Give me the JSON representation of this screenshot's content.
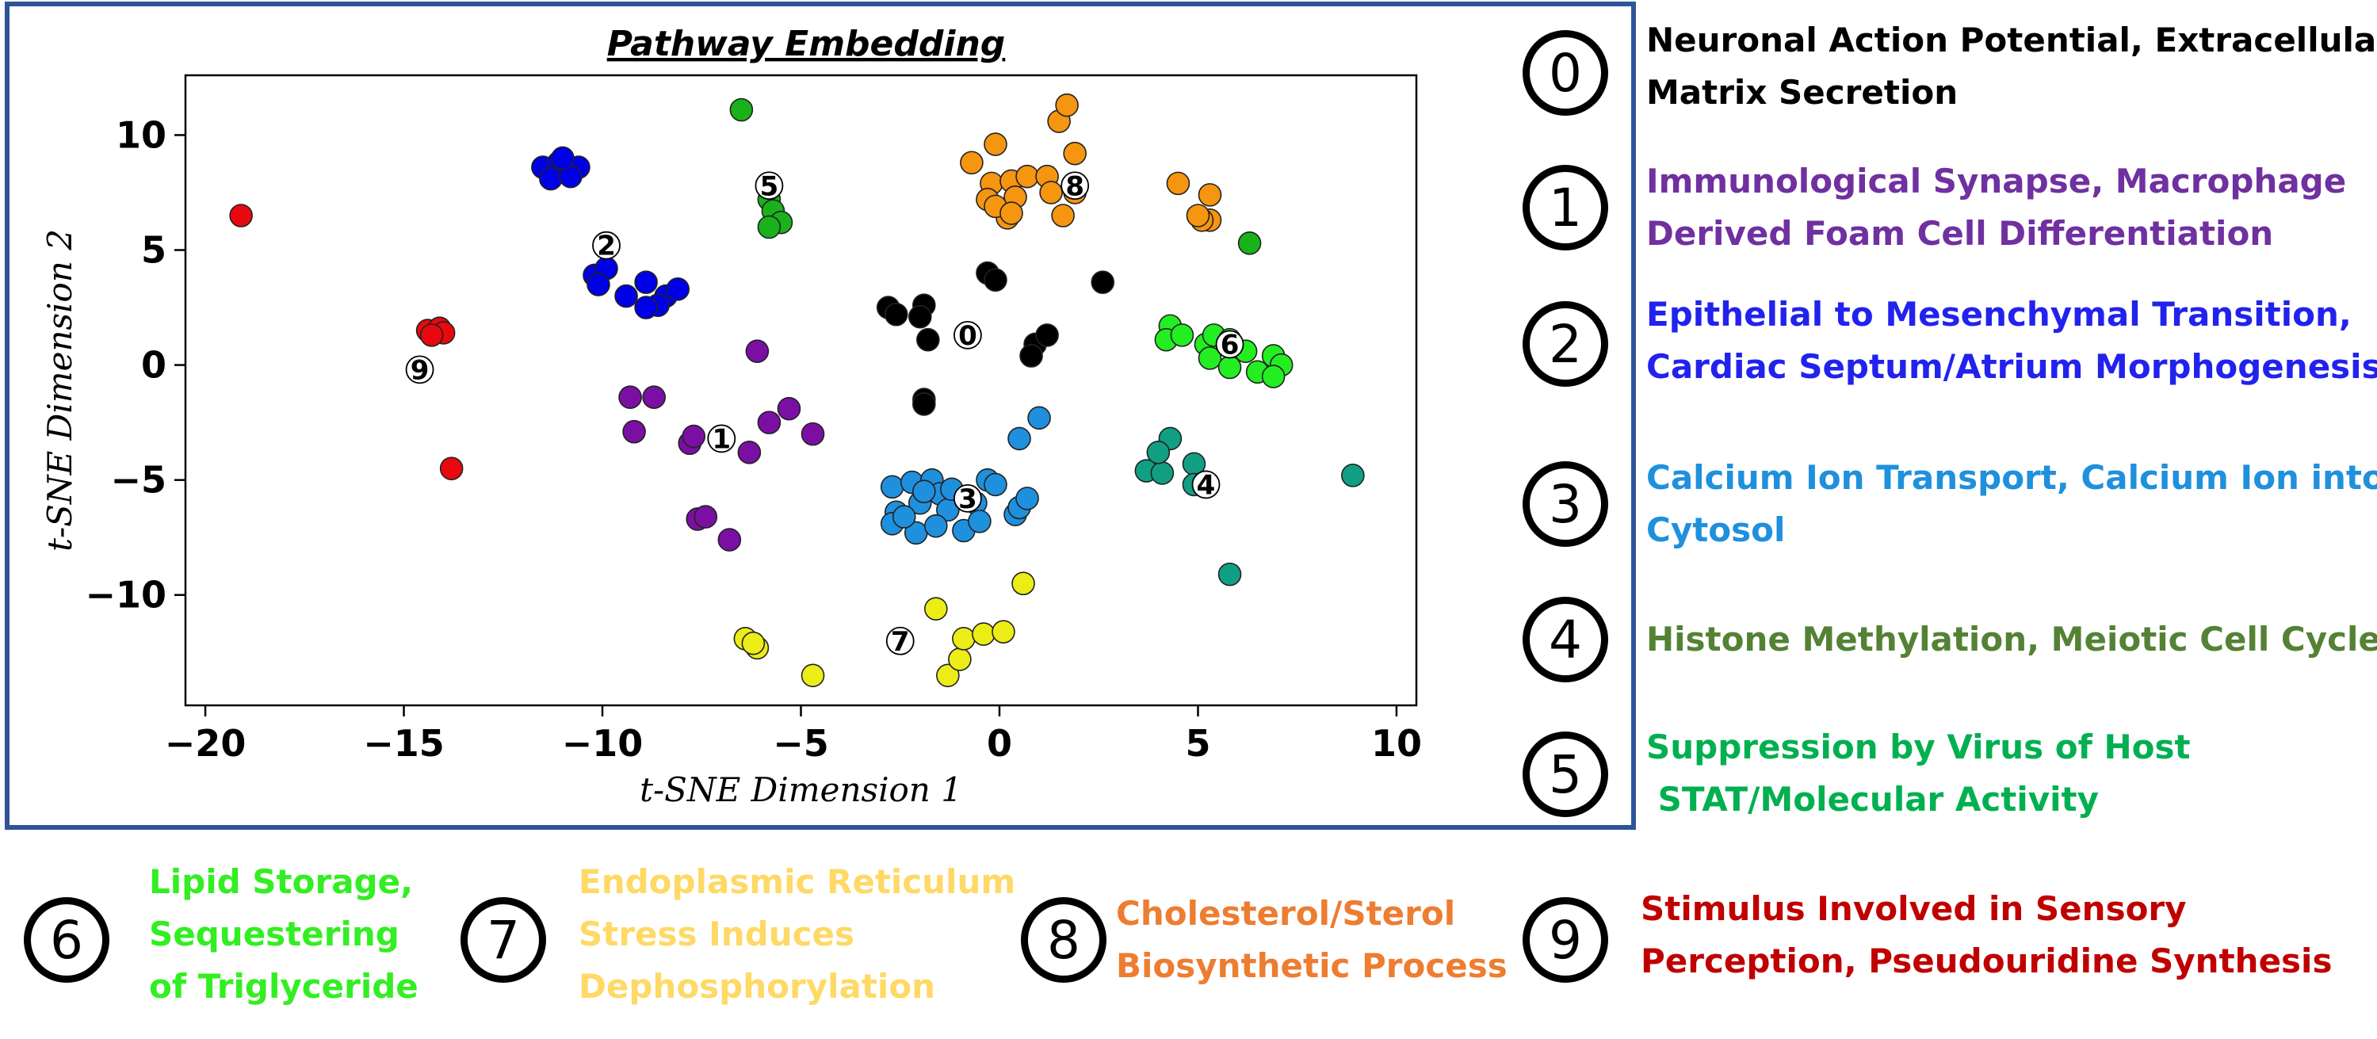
{
  "chart_data": {
    "type": "scatter",
    "title": "Pathway Embedding",
    "xlabel": "t-SNE Dimension 1",
    "ylabel": "t-SNE Dimension 2",
    "xlim": [
      -20.5,
      10.5
    ],
    "ylim": [
      -14.8,
      12.6
    ],
    "xticks": [
      -20,
      -15,
      -10,
      -5,
      0,
      5,
      10
    ],
    "yticks": [
      -10,
      -5,
      0,
      5,
      10
    ],
    "tick_labels_x": [
      "−20",
      "−15",
      "−10",
      "−5",
      "0",
      "5",
      "10"
    ],
    "tick_labels_y": [
      "−10",
      "−5",
      "0",
      "5",
      "10"
    ],
    "grid": false,
    "series": [
      {
        "id": "0",
        "color": "#000000",
        "points": [
          [
            -2.8,
            2.5
          ],
          [
            -2.6,
            2.2
          ],
          [
            -1.9,
            2.6
          ],
          [
            -2.0,
            2.1
          ],
          [
            -1.8,
            1.1
          ],
          [
            -1.9,
            -1.5
          ],
          [
            -1.9,
            -1.7
          ],
          [
            -0.3,
            4.0
          ],
          [
            -0.1,
            3.7
          ],
          [
            0.9,
            0.9
          ],
          [
            0.8,
            0.4
          ],
          [
            1.2,
            1.3
          ],
          [
            2.6,
            3.6
          ]
        ]
      },
      {
        "id": "1",
        "color": "#7b0fa3",
        "points": [
          [
            -9.3,
            -1.4
          ],
          [
            -8.7,
            -1.4
          ],
          [
            -9.2,
            -2.9
          ],
          [
            -7.8,
            -3.4
          ],
          [
            -7.7,
            -3.1
          ],
          [
            -6.1,
            0.6
          ],
          [
            -5.8,
            -2.5
          ],
          [
            -5.3,
            -1.9
          ],
          [
            -4.7,
            -3.0
          ],
          [
            -6.3,
            -3.8
          ],
          [
            -7.6,
            -6.7
          ],
          [
            -7.4,
            -6.6
          ],
          [
            -6.8,
            -7.6
          ]
        ]
      },
      {
        "id": "2",
        "color": "#0000e6",
        "points": [
          [
            -11.5,
            8.6
          ],
          [
            -11.1,
            8.8
          ],
          [
            -10.9,
            8.5
          ],
          [
            -10.6,
            8.6
          ],
          [
            -11.3,
            8.1
          ],
          [
            -10.8,
            8.2
          ],
          [
            -11.0,
            9.0
          ],
          [
            -10.2,
            3.9
          ],
          [
            -9.9,
            4.2
          ],
          [
            -10.1,
            3.5
          ],
          [
            -9.4,
            3.0
          ],
          [
            -8.9,
            3.6
          ],
          [
            -8.4,
            3.0
          ],
          [
            -8.6,
            2.6
          ],
          [
            -8.1,
            3.3
          ],
          [
            -8.9,
            2.5
          ]
        ]
      },
      {
        "id": "3",
        "color": "#1f90dd",
        "points": [
          [
            -2.7,
            -5.3
          ],
          [
            -2.2,
            -5.1
          ],
          [
            -1.7,
            -5.0
          ],
          [
            -1.5,
            -5.6
          ],
          [
            -2.6,
            -6.4
          ],
          [
            -2.0,
            -6.0
          ],
          [
            -1.3,
            -6.3
          ],
          [
            -0.6,
            -6.0
          ],
          [
            -0.3,
            -5.0
          ],
          [
            -2.7,
            -6.9
          ],
          [
            -2.1,
            -7.3
          ],
          [
            -1.6,
            -7.0
          ],
          [
            -0.9,
            -7.2
          ],
          [
            -0.5,
            -6.8
          ],
          [
            -1.2,
            -5.4
          ],
          [
            0.4,
            -6.5
          ],
          [
            0.5,
            -6.2
          ],
          [
            0.7,
            -5.8
          ],
          [
            1.0,
            -2.3
          ],
          [
            0.5,
            -3.2
          ],
          [
            -0.1,
            -5.2
          ],
          [
            -2.4,
            -6.6
          ],
          [
            -1.9,
            -5.5
          ]
        ]
      },
      {
        "id": "4",
        "color": "#119f84",
        "points": [
          [
            3.7,
            -4.6
          ],
          [
            4.1,
            -4.7
          ],
          [
            4.3,
            -3.2
          ],
          [
            4.0,
            -3.8
          ],
          [
            4.9,
            -4.3
          ],
          [
            4.9,
            -5.2
          ],
          [
            5.8,
            -9.1
          ],
          [
            8.9,
            -4.8
          ]
        ]
      },
      {
        "id": "5",
        "color": "#1ab21a",
        "points": [
          [
            -6.5,
            11.1
          ],
          [
            -5.8,
            7.2
          ],
          [
            -5.7,
            6.7
          ],
          [
            -5.5,
            6.2
          ],
          [
            -5.8,
            6.0
          ],
          [
            6.3,
            5.3
          ]
        ]
      },
      {
        "id": "6",
        "color": "#22ee22",
        "points": [
          [
            4.3,
            1.7
          ],
          [
            4.2,
            1.1
          ],
          [
            4.6,
            1.3
          ],
          [
            5.2,
            0.9
          ],
          [
            5.4,
            1.3
          ],
          [
            5.8,
            1.1
          ],
          [
            5.3,
            0.3
          ],
          [
            6.2,
            0.6
          ],
          [
            6.5,
            -0.3
          ],
          [
            6.9,
            0.4
          ],
          [
            7.1,
            0.0
          ],
          [
            6.9,
            -0.5
          ],
          [
            5.8,
            -0.1
          ]
        ]
      },
      {
        "id": "7",
        "color": "#ecec17",
        "points": [
          [
            -6.4,
            -11.9
          ],
          [
            -6.1,
            -12.3
          ],
          [
            -6.2,
            -12.1
          ],
          [
            -4.7,
            -13.5
          ],
          [
            -1.6,
            -10.6
          ],
          [
            -1.3,
            -13.5
          ],
          [
            -1.0,
            -12.8
          ],
          [
            -0.9,
            -11.9
          ],
          [
            -0.4,
            -11.7
          ],
          [
            0.1,
            -11.6
          ],
          [
            0.6,
            -9.5
          ]
        ]
      },
      {
        "id": "8",
        "color": "#f59510",
        "points": [
          [
            -0.7,
            8.8
          ],
          [
            -0.1,
            9.6
          ],
          [
            -0.2,
            7.9
          ],
          [
            0.3,
            8.0
          ],
          [
            -0.3,
            7.2
          ],
          [
            0.4,
            7.3
          ],
          [
            0.7,
            8.2
          ],
          [
            0.2,
            6.4
          ],
          [
            -0.1,
            6.9
          ],
          [
            1.2,
            8.2
          ],
          [
            1.3,
            7.5
          ],
          [
            1.5,
            10.6
          ],
          [
            1.7,
            11.3
          ],
          [
            1.6,
            6.5
          ],
          [
            1.9,
            7.5
          ],
          [
            1.9,
            9.2
          ],
          [
            0.3,
            6.6
          ],
          [
            4.5,
            7.9
          ],
          [
            5.3,
            7.4
          ],
          [
            5.3,
            6.3
          ],
          [
            5.1,
            6.3
          ],
          [
            5.0,
            6.5
          ]
        ]
      },
      {
        "id": "9",
        "color": "#e8080e",
        "points": [
          [
            -19.1,
            6.5
          ],
          [
            -14.4,
            1.5
          ],
          [
            -14.1,
            1.6
          ],
          [
            -14.0,
            1.4
          ],
          [
            -14.3,
            1.3
          ],
          [
            -13.8,
            -4.5
          ]
        ]
      }
    ],
    "cluster_markers": [
      {
        "label": "0",
        "x": -0.8,
        "y": 1.3
      },
      {
        "label": "1",
        "x": -7.0,
        "y": -3.2
      },
      {
        "label": "2",
        "x": -9.9,
        "y": 5.2
      },
      {
        "label": "3",
        "x": -0.8,
        "y": -5.8
      },
      {
        "label": "4",
        "x": 5.2,
        "y": -5.2
      },
      {
        "label": "5",
        "x": -5.8,
        "y": 7.8
      },
      {
        "label": "6",
        "x": 5.8,
        "y": 0.9
      },
      {
        "label": "7",
        "x": -2.5,
        "y": -12.0
      },
      {
        "label": "8",
        "x": 1.9,
        "y": 7.8
      },
      {
        "label": "9",
        "x": -14.6,
        "y": -0.2
      }
    ]
  },
  "legend": [
    {
      "id": "0",
      "color": "#000000",
      "lines": [
        "Neuronal Action Potential, Extracellular",
        "Matrix Secretion"
      ]
    },
    {
      "id": "1",
      "color": "#7030a0",
      "lines": [
        "Immunological Synapse, Macrophage",
        "Derived Foam Cell Differentiation"
      ]
    },
    {
      "id": "2",
      "color": "#2222ee",
      "lines": [
        "Epithelial to Mesenchymal Transition,",
        "Cardiac Septum/Atrium Morphogenesis"
      ]
    },
    {
      "id": "3",
      "color": "#1f90dd",
      "lines": [
        "Calcium Ion Transport, Calcium Ion into",
        "Cytosol"
      ]
    },
    {
      "id": "4",
      "color": "#548235",
      "lines": [
        "Histone Methylation, Meiotic Cell Cycle"
      ]
    },
    {
      "id": "5",
      "color": "#00b050",
      "lines": [
        "Suppression by Virus of Host",
        " STAT/Molecular Activity"
      ]
    },
    {
      "id": "6",
      "color": "#33ee22",
      "lines": [
        "Lipid Storage,",
        "Sequestering",
        "of Triglyceride"
      ]
    },
    {
      "id": "7",
      "color": "#ffd966",
      "lines": [
        "Endoplasmic Reticulum",
        "Stress Induces",
        "Dephosphorylation"
      ]
    },
    {
      "id": "8",
      "color": "#ed7d31",
      "lines": [
        "Cholesterol/Sterol",
        "Biosynthetic Process"
      ]
    },
    {
      "id": "9",
      "color": "#c00000",
      "lines": [
        "Stimulus Involved in Sensory",
        "Perception, Pseudouridine Synthesis"
      ]
    }
  ]
}
